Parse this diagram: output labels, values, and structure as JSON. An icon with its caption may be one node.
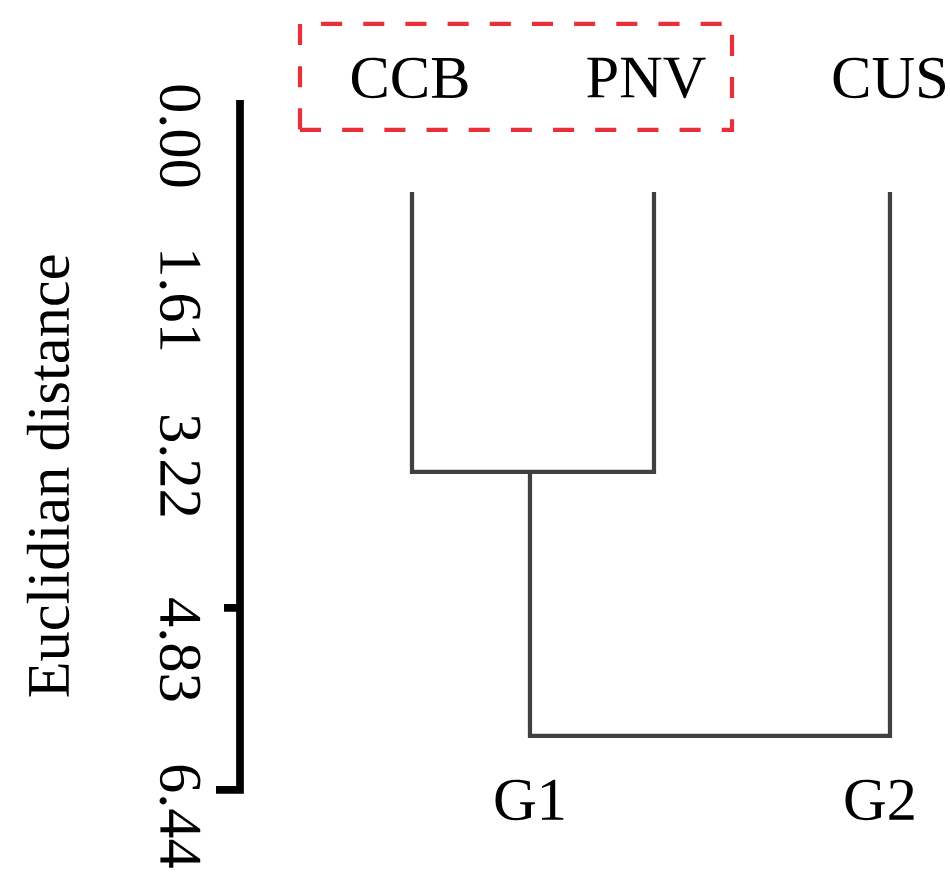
{
  "diagram": {
    "nodes": [
      {
        "text": [
          "CCB",
          "PNV"
        ]
      }
    ],
    "labels": [
      "CUS",
      "0.00",
      "1.61",
      "3.22",
      "4.83",
      "6.44",
      "Euclidian distance",
      "G1",
      "G2"
    ]
  }
}
